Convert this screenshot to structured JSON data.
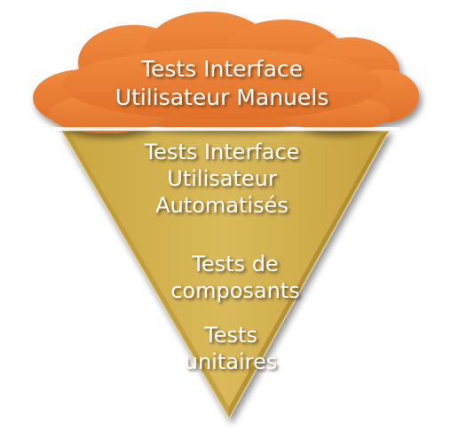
{
  "diagram": {
    "cloud": {
      "lines": [
        "Tests Interface",
        "Utilisateur Manuels"
      ],
      "color": "#ED7D31"
    },
    "pyramid": {
      "color": "#D2B04C",
      "levels": [
        {
          "lines": [
            "Tests Interface",
            "Utilisateur",
            "Automatisés"
          ]
        },
        {
          "lines": [
            "Tests de",
            "composants"
          ]
        },
        {
          "lines": [
            "Tests",
            "unitaires"
          ]
        }
      ]
    }
  }
}
